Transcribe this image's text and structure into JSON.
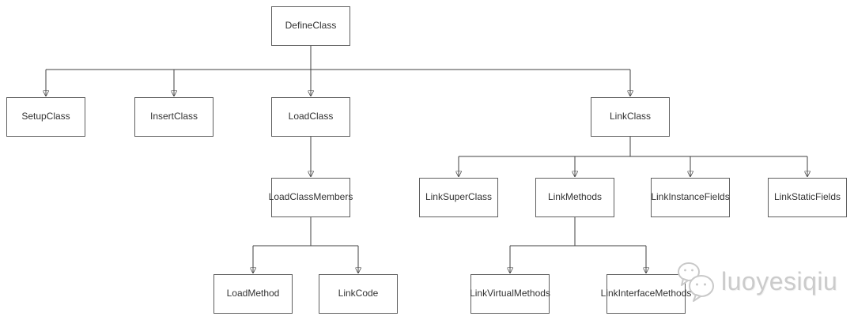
{
  "diagram": {
    "type": "flowchart",
    "nodes": {
      "define_class": {
        "label": "DefineClass"
      },
      "setup_class": {
        "label": "SetupClass"
      },
      "insert_class": {
        "label": "InsertClass"
      },
      "load_class": {
        "label": "LoadClass"
      },
      "link_class": {
        "label": "LinkClass"
      },
      "load_class_members": {
        "label": "LoadClassMembers"
      },
      "link_super_class": {
        "label": "LinkSuperClass"
      },
      "link_methods": {
        "label": "LinkMethods"
      },
      "link_instance_fields": {
        "label": "LinkInstanceFields"
      },
      "link_static_fields": {
        "label": "LinkStaticFields"
      },
      "load_method": {
        "label": "LoadMethod"
      },
      "link_code": {
        "label": "LinkCode"
      },
      "link_virtual_methods": {
        "label": "LinkVirtualMethods"
      },
      "link_interface_methods": {
        "label": "LinkInterfaceMethods"
      }
    },
    "edges": [
      {
        "from": "DefineClass",
        "to": "SetupClass"
      },
      {
        "from": "DefineClass",
        "to": "InsertClass"
      },
      {
        "from": "DefineClass",
        "to": "LoadClass"
      },
      {
        "from": "DefineClass",
        "to": "LinkClass"
      },
      {
        "from": "LoadClass",
        "to": "LoadClassMembers"
      },
      {
        "from": "LoadClassMembers",
        "to": "LoadMethod"
      },
      {
        "from": "LoadClassMembers",
        "to": "LinkCode"
      },
      {
        "from": "LinkClass",
        "to": "LinkSuperClass"
      },
      {
        "from": "LinkClass",
        "to": "LinkMethods"
      },
      {
        "from": "LinkClass",
        "to": "LinkInstanceFields"
      },
      {
        "from": "LinkClass",
        "to": "LinkStaticFields"
      },
      {
        "from": "LinkMethods",
        "to": "LinkVirtualMethods"
      },
      {
        "from": "LinkMethods",
        "to": "LinkInterfaceMethods"
      }
    ]
  },
  "watermark": {
    "text": "luoyesiqiu",
    "icon": "wechat-icon",
    "color": "#cbcbcb"
  },
  "colors": {
    "background": "#ffffff",
    "line": "#424242",
    "node_border": "#5f5f5f",
    "node_text": "#333333"
  }
}
